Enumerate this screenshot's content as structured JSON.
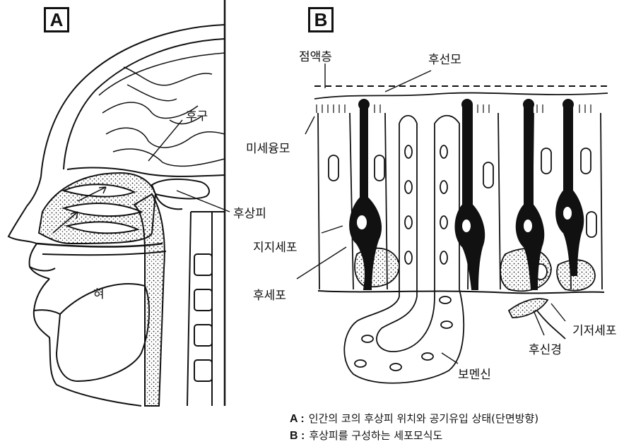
{
  "panel_a": {
    "badge": "A",
    "labels": {
      "brain": "후구",
      "epithelium": "후상피",
      "tongue": "혀"
    }
  },
  "panel_b": {
    "badge": "B",
    "labels": {
      "mucus": "점액층",
      "cilia": "후선모",
      "microvilli": "미세융모",
      "support": "지지세포",
      "receptor": "후세포",
      "basal": "기저세포",
      "nerve": "후신경",
      "bowman": "보멘신"
    }
  },
  "caption": {
    "a_key": "A :",
    "a_text": "인간의 코의 후상피 위치와 공기유입 상태(단면방향)",
    "b_key": "B :",
    "b_text": "후상피를 구성하는 세포모식도"
  }
}
